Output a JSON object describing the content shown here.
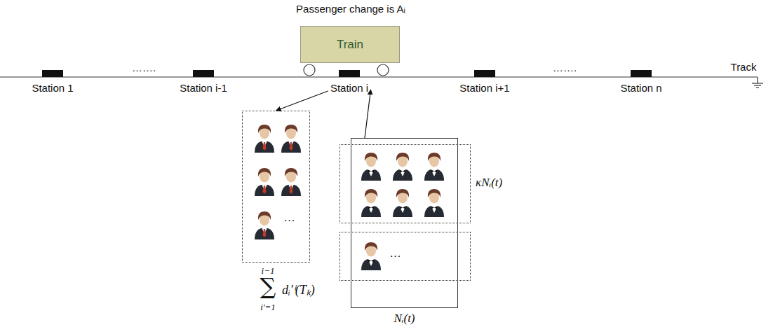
{
  "diagram": {
    "nodes": [
      {
        "text": [
          "Train"
        ]
      },
      {
        "text": [
          "Station 1"
        ]
      },
      {
        "text": [
          "Station i-1"
        ]
      },
      {
        "text": [
          "Station i"
        ]
      },
      {
        "text": [
          "Station i+1"
        ]
      },
      {
        "text": [
          "Station n"
        ]
      },
      {
        "text": [
          "…"
        ]
      },
      {
        "text": [
          "Nᵢ(t)"
        ]
      },
      {
        "text": [
          "κNᵢ(t)"
        ],
        "in": 7
      },
      {
        "text": [
          "…"
        ],
        "in": 7
      }
    ],
    "edges": [
      {
        "from": 3,
        "to": 6,
        "arrow": "to"
      },
      {
        "from": 7,
        "to": 3,
        "arrow": "to"
      }
    ],
    "labels": [
      "Passenger change is Aᵢ",
      "…….",
      "…….",
      "Track",
      "i−1",
      "∑",
      "i′=1",
      "dᵢ′ⁱ(Tₖ)"
    ]
  }
}
